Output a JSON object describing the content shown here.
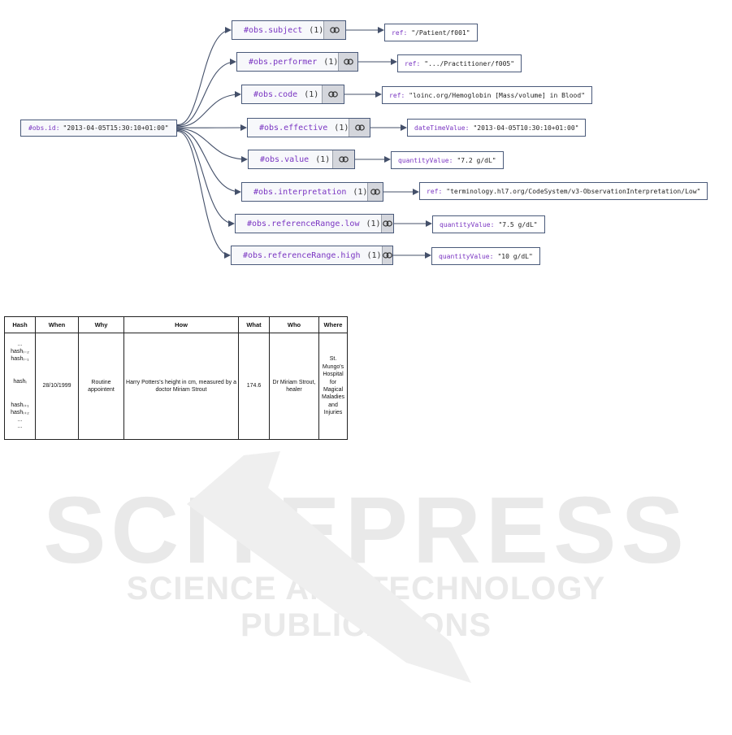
{
  "root": {
    "key": "#obs.id:",
    "value": "\"2013-04-05T15:30:10+01:00\""
  },
  "nodes": [
    {
      "key": "#obs.subject",
      "count": "(1)",
      "vkey": "ref:",
      "vval": "\"/Patient/f001\""
    },
    {
      "key": "#obs.performer",
      "count": "(1)",
      "vkey": "ref:",
      "vval": "\".../Practitioner/f005\""
    },
    {
      "key": "#obs.code",
      "count": "(1)",
      "vkey": "ref:",
      "vval": "\"loinc.org/Hemoglobin [Mass/volume] in Blood\""
    },
    {
      "key": "#obs.effective",
      "count": "(1)",
      "vkey": "dateTimeValue:",
      "vval": "\"2013-04-05T10:30:10+01:00\""
    },
    {
      "key": "#obs.value",
      "count": "(1)",
      "vkey": "quantityValue:",
      "vval": "\"7.2 g/dL\""
    },
    {
      "key": "#obs.interpretation",
      "count": "(1)",
      "vkey": "ref:",
      "vval": "\"terminology.hl7.org/CodeSystem/v3-ObservationInterpretation/Low\""
    },
    {
      "key": "#obs.referenceRange.low",
      "count": "(1)",
      "vkey": "quantityValue:",
      "vval": "\"7.5 g/dL\""
    },
    {
      "key": "#obs.referenceRange.high",
      "count": "(1)",
      "vkey": "quantityValue:",
      "vval": "\"10 g/dL\""
    }
  ],
  "table": {
    "headers": [
      "Hash",
      "When",
      "Why",
      "How",
      "What",
      "Who",
      "Where"
    ],
    "hash_rows": [
      "...",
      "hashᵢ₋₂",
      "hashᵢ₋₁",
      "",
      "hashᵢ",
      "",
      "",
      "hashᵢ₊₁",
      "hashᵢ₊₂",
      "...",
      "..."
    ],
    "when": "28/10/1999",
    "why": "Routine appointent",
    "how": "Harry Potters's height in cm, measured by a doctor Miriam Strout",
    "what": "174.6",
    "who": "Dr Miriam Strout, healer",
    "where": "St. Mungo's Hospital for Magical Maladies and Injuries"
  },
  "watermark": {
    "line1": "SCITEPRESS",
    "line2": "SCIENCE AND TECHNOLOGY PUBLICATIONS"
  }
}
